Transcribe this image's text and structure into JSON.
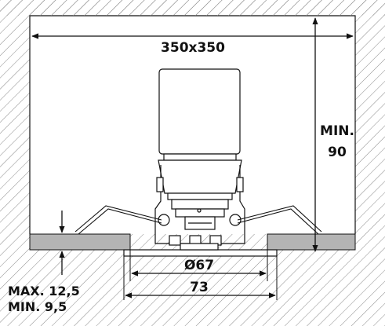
{
  "dimensions": {
    "ceiling_opening": "350x350",
    "min_depth_line1": "MIN.",
    "min_depth_line2": "90",
    "cutout_diameter": "Ø67",
    "trim_width": "73",
    "ceiling_thickness_max": "MAX. 12,5",
    "ceiling_thickness_min": "MIN. 9,5"
  },
  "colors": {
    "line": "#111111",
    "hatch": "#8a8a8a",
    "ceiling_board": "#b4b4b4",
    "driver_body": "#ffffff"
  }
}
